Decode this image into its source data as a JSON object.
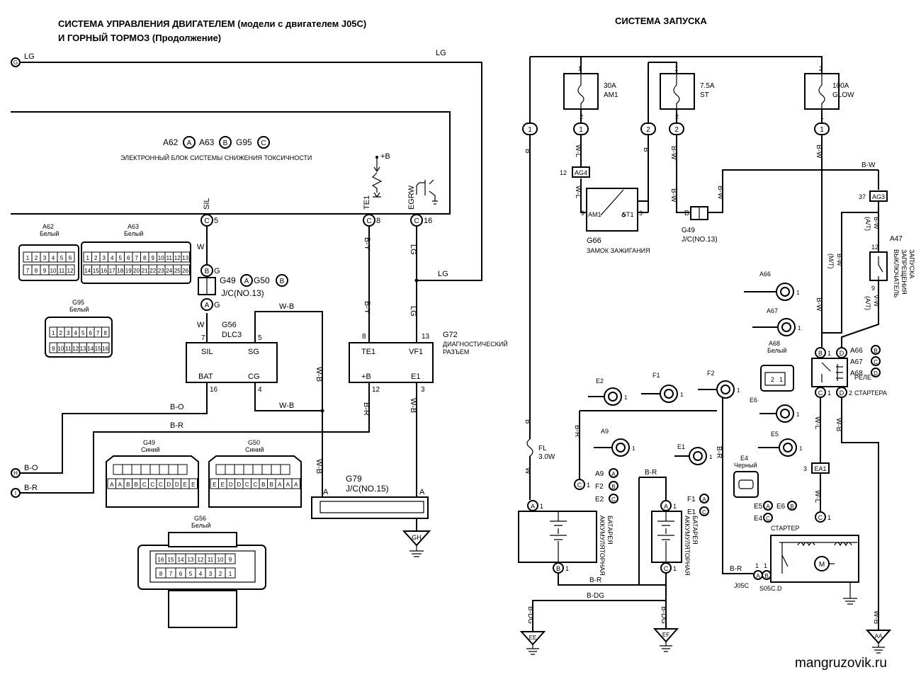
{
  "title": {
    "left_line1": "СИСТЕМА УПРАВЛЕНИЯ ДВИГАТЕЛЕМ (модели с двигателем J05C)",
    "left_line2": "И ГОРНЫЙ ТОРМОЗ (Продолжение)",
    "right": "СИСТЕМА ЗАПУСКА"
  },
  "ecu": {
    "id_a": "A62",
    "id_b": "A63",
    "id_c": "G95",
    "circle_a": "A",
    "circle_b": "B",
    "circle_c": "C",
    "name": "ЭЛЕКТРОННЫЙ БЛОК СИСТЕМЫ СНИЖЕНИЯ ТОКСИЧНОСТИ",
    "pin_sil": "SIL",
    "pin_te1": "TE1",
    "pin_egrw": "EGRW",
    "plus_b": "+B",
    "pin5": "5",
    "pin8": "8",
    "pin16": "16",
    "circle": "C"
  },
  "left_wires": {
    "lg": "LG",
    "w": "W",
    "by": "B-Y",
    "wb": "W-B",
    "bo": "B-O",
    "br": "B-R",
    "g_terminal": "G",
    "h_terminal": "H",
    "i_terminal": "I"
  },
  "g49_jc": {
    "circle_b": "B",
    "circle_a": "A",
    "pin_g": "G",
    "id1": "G49",
    "id2": "G50",
    "label": "J/C(NO.13)"
  },
  "dlc3": {
    "id": "G56",
    "name": "DLC3",
    "sil": "SIL",
    "sg": "SG",
    "bat": "BAT",
    "cg": "CG",
    "p7": "7",
    "p5": "5",
    "p16": "16",
    "p4": "4"
  },
  "g72": {
    "id": "G72",
    "name1": "ДИАГНОСТИЧЕСКИЙ",
    "name2": "РАЗЪЕМ",
    "te1": "TE1",
    "vf1": "VF1",
    "plus_b": "+B",
    "e1": "E1",
    "p8": "8",
    "p13": "13",
    "p12": "12",
    "p3": "3"
  },
  "g79": {
    "id": "G79",
    "label": "J/C(NO.15)",
    "a": "A",
    "ground": "GH"
  },
  "connectors_left": {
    "a62": "A62",
    "a62_color": "Белый",
    "a62_pins": [
      "1",
      "2",
      "3",
      "4",
      "5",
      "6",
      "7",
      "8",
      "9",
      "10",
      "11",
      "12"
    ],
    "a63": "A63",
    "a63_color": "Белый",
    "a63_pins_top": [
      "1",
      "2",
      "3",
      "4",
      "5",
      "6",
      "7",
      "8",
      "9",
      "10",
      "11",
      "12",
      "13"
    ],
    "a63_pins_bot": [
      "14",
      "15",
      "16",
      "17",
      "18",
      "19",
      "20",
      "21",
      "22",
      "23",
      "24",
      "25",
      "26"
    ],
    "g95": "G95",
    "g95_color": "Белый",
    "g95_pins_top": [
      "1",
      "2",
      "3",
      "4",
      "5",
      "6",
      "7",
      "8"
    ],
    "g95_pins_bot": [
      "9",
      "10",
      "11",
      "12",
      "13",
      "14",
      "15",
      "16"
    ],
    "g49": "G49",
    "g49_color": "Синий",
    "g49_pins_top": [
      "",
      "",
      "",
      "",
      "",
      "",
      "",
      ""
    ],
    "g49_pins_bot": [
      "A",
      "A",
      "B",
      "B",
      "C",
      "C",
      "C",
      "D",
      "D",
      "E",
      "E"
    ],
    "g50": "G50",
    "g50_color": "Синий",
    "g50_pins_top": [
      "",
      "",
      "",
      "",
      "",
      "",
      "",
      ""
    ],
    "g50_pins_bot": [
      "E",
      "E",
      "D",
      "D",
      "C",
      "C",
      "B",
      "B",
      "A",
      "A",
      "A"
    ],
    "g56": "G56",
    "g56_color": "Белый",
    "g56_pins_top": [
      "16",
      "15",
      "14",
      "13",
      "12",
      "11",
      "10",
      "9"
    ],
    "g56_pins_bot": [
      "8",
      "7",
      "6",
      "5",
      "4",
      "3",
      "2",
      "1"
    ]
  },
  "starting": {
    "fuse1": {
      "amp": "30A",
      "name": "AM1",
      "p1": "1",
      "p2": "2"
    },
    "fuse2": {
      "amp": "7.5A",
      "name": "ST",
      "p1": "1",
      "p2": "2"
    },
    "fuse3": {
      "amp": "100A",
      "name": "GLOW",
      "p1": "2",
      "p2": "1"
    },
    "conn_1": "1",
    "conn_2": "2",
    "wire_b": "B",
    "wire_wl": "W-L",
    "wire_bw": "B-W",
    "wire_w": "W",
    "wire_br": "B-R",
    "wire_bdg": "B-DG",
    "wire_wb": "W-B",
    "wire_vw": "V-W",
    "ag4": "AG4",
    "ag4_pin": "12",
    "ag3": "AG3",
    "ag3_pin": "37",
    "g66": {
      "id": "G66",
      "name": "ЗАМОК ЗАЖИГАНИЯ",
      "am1": "AM1",
      "st1": "ST1",
      "p9": "9",
      "p3": "3"
    },
    "g49": {
      "id": "G49",
      "label": "J/C(NO.13)",
      "b": "B"
    },
    "a47": {
      "id": "A47",
      "name1": "ВЫКЛЮЧАТЕЛЬ",
      "name2": "ЗАПРЕЩЕНИЯ",
      "name3": "ЗАПУСКА",
      "p12": "12",
      "p9": "9",
      "at": "(A/T)",
      "mt": "(M/T)"
    },
    "relay": {
      "name1": "РЕЛЕ",
      "name2": "СТАРТЕРА",
      "b": "B",
      "d": "D",
      "c": "C",
      "p1": "1",
      "p2": "2",
      "p1b": "1",
      "p2b": "2",
      "a66": "A66",
      "a67": "A67",
      "a68": "A68",
      "ca": "B",
      "cb": "C",
      "cc": "D"
    },
    "terminals": {
      "a66": "A66",
      "a67": "A67",
      "a68": "A68",
      "a68_color": "Белый",
      "e2": "E2",
      "f1": "F1",
      "f2": "F2",
      "e6": "E6",
      "e5": "E5",
      "a9": "A9",
      "e1": "E1",
      "e4": "E4",
      "e4_color": "Черный",
      "pin1": "1",
      "a68_p2": "2",
      "a68_p1": "1"
    },
    "fl": {
      "name": "FL",
      "rating": "3.0W"
    },
    "ea1": {
      "id": "EA1",
      "pin": "3"
    },
    "battery_l": {
      "name1": "АККУМУЛЯТОРНАЯ",
      "name2": "БАТАРЕЯ",
      "a1": "A",
      "b1": "B",
      "p1": "1",
      "refs": [
        "A9",
        "F2",
        "E2"
      ],
      "ref_circles": [
        "A",
        "B",
        "C"
      ],
      "c1": "C"
    },
    "battery_r": {
      "name1": "АККУМУЛЯТОРНАЯ",
      "name2": "БАТАРЕЯ",
      "a1": "A",
      "c1": "C",
      "p1": "1",
      "refs": [
        "F1",
        "E1"
      ],
      "ref_circles": [
        "A",
        "C"
      ]
    },
    "starter": {
      "name": "СТАРТЕР",
      "refs": [
        "E5",
        "E6",
        "E4"
      ],
      "ref_circles": [
        "A",
        "B",
        "C"
      ],
      "c1": "C",
      "p1": "1",
      "motor": "M",
      "a": "A",
      "b": "B",
      "j05c": "J05C",
      "s05c": "S05C.D"
    },
    "grounds": {
      "ee": "EE",
      "ef": "EF",
      "aa": "AA"
    }
  },
  "watermark": "mangruzovik.ru"
}
